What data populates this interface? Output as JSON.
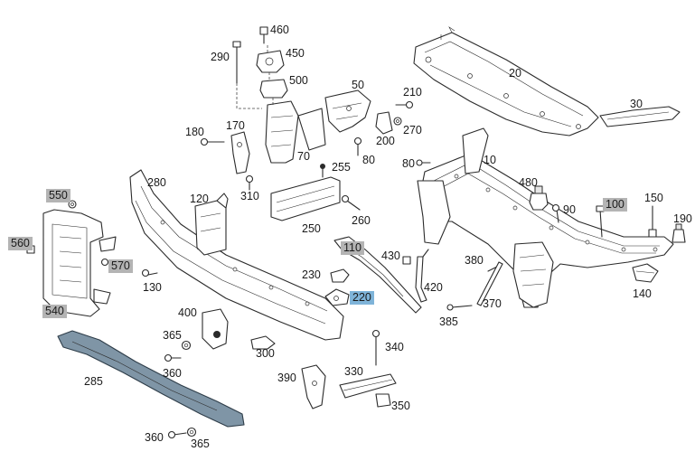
{
  "labels": [
    {
      "text": "460",
      "style": "plain"
    },
    {
      "text": "290",
      "style": "plain"
    },
    {
      "text": "450",
      "style": "plain"
    },
    {
      "text": "500",
      "style": "plain"
    },
    {
      "text": "20",
      "style": "plain"
    },
    {
      "text": "50",
      "style": "plain"
    },
    {
      "text": "210",
      "style": "plain"
    },
    {
      "text": "30",
      "style": "plain"
    },
    {
      "text": "170",
      "style": "plain"
    },
    {
      "text": "180",
      "style": "plain"
    },
    {
      "text": "270",
      "style": "plain"
    },
    {
      "text": "200",
      "style": "plain"
    },
    {
      "text": "70",
      "style": "plain"
    },
    {
      "text": "80",
      "style": "plain"
    },
    {
      "text": "10",
      "style": "plain"
    },
    {
      "text": "80",
      "style": "plain"
    },
    {
      "text": "255",
      "style": "plain"
    },
    {
      "text": "280",
      "style": "plain"
    },
    {
      "text": "310",
      "style": "plain"
    },
    {
      "text": "480",
      "style": "plain"
    },
    {
      "text": "120",
      "style": "plain"
    },
    {
      "text": "550",
      "style": "grey"
    },
    {
      "text": "90",
      "style": "plain"
    },
    {
      "text": "150",
      "style": "plain"
    },
    {
      "text": "100",
      "style": "grey"
    },
    {
      "text": "260",
      "style": "plain"
    },
    {
      "text": "190",
      "style": "plain"
    },
    {
      "text": "250",
      "style": "plain"
    },
    {
      "text": "560",
      "style": "grey"
    },
    {
      "text": "110",
      "style": "grey"
    },
    {
      "text": "430",
      "style": "plain"
    },
    {
      "text": "380",
      "style": "plain"
    },
    {
      "text": "570",
      "style": "grey"
    },
    {
      "text": "230",
      "style": "plain"
    },
    {
      "text": "130",
      "style": "plain"
    },
    {
      "text": "420",
      "style": "plain"
    },
    {
      "text": "140",
      "style": "plain"
    },
    {
      "text": "220",
      "style": "blue"
    },
    {
      "text": "370",
      "style": "plain"
    },
    {
      "text": "540",
      "style": "grey"
    },
    {
      "text": "400",
      "style": "plain"
    },
    {
      "text": "385",
      "style": "plain"
    },
    {
      "text": "365",
      "style": "plain"
    },
    {
      "text": "340",
      "style": "plain"
    },
    {
      "text": "300",
      "style": "plain"
    },
    {
      "text": "360",
      "style": "plain"
    },
    {
      "text": "285",
      "style": "plain"
    },
    {
      "text": "330",
      "style": "plain"
    },
    {
      "text": "390",
      "style": "plain"
    },
    {
      "text": "350",
      "style": "plain"
    },
    {
      "text": "360",
      "style": "plain"
    },
    {
      "text": "365",
      "style": "plain"
    }
  ],
  "colors": {
    "background": "#ffffff",
    "line": "#2b2b2b",
    "label_text": "#1a1a1a",
    "grey_highlight": "#b4b4b4",
    "blue_highlight": "#7fb4d9",
    "highlighted_part": "#7f95a6"
  }
}
